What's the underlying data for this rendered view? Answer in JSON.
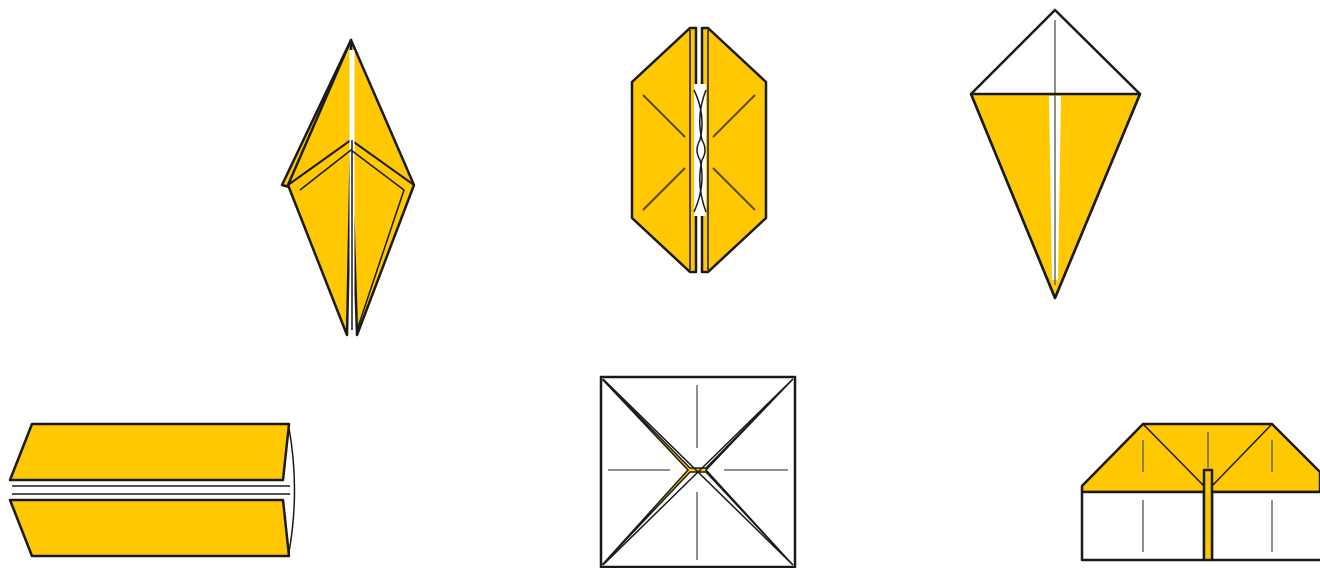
{
  "colors": {
    "paper_front": "#FFC800",
    "paper_back": "#FFFFFF",
    "outline": "#1A1A1A",
    "crease": "#3A3A3A",
    "dark_crease": "#5A4A1A",
    "slit": "#FFFFFF",
    "background": "#FFFFFF"
  },
  "figures": [
    {
      "id": "diamond-base",
      "description_icon": "origami-diamond-icon"
    },
    {
      "id": "folded-hexagon",
      "description_icon": "origami-hexagon-icon"
    },
    {
      "id": "kite",
      "description_icon": "origami-kite-icon"
    },
    {
      "id": "folded-rectangle",
      "description_icon": "origami-rectangle-icon"
    },
    {
      "id": "creased-square",
      "description_icon": "origami-square-icon"
    },
    {
      "id": "house-base",
      "description_icon": "origami-house-icon"
    }
  ]
}
